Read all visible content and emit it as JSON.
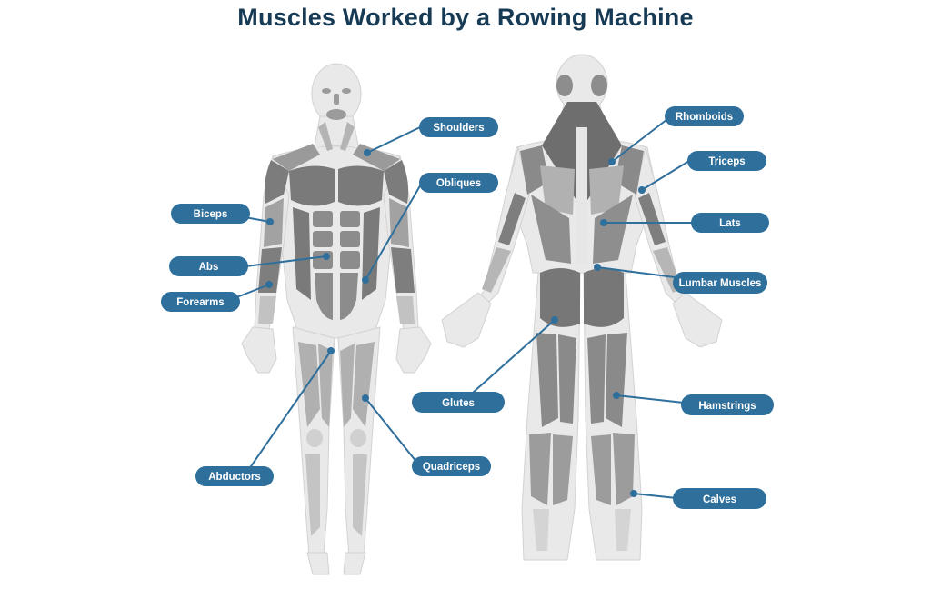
{
  "title": "Muscles Worked by a Rowing Machine",
  "colors": {
    "title": "#173a55",
    "label_fill": "#2f6f9c",
    "leader_line": "#2f6f9c",
    "body_light": "#e9e9e9",
    "muscle_mid": "#a9a9a9",
    "muscle_dark": "#777777"
  },
  "front_view": {
    "labels": [
      "Shoulders",
      "Obliques",
      "Biceps",
      "Abs",
      "Forearms",
      "Abductors",
      "Quadriceps"
    ]
  },
  "back_view": {
    "labels": [
      "Rhomboids",
      "Triceps",
      "Lats",
      "Lumbar Muscles",
      "Glutes",
      "Hamstrings",
      "Calves"
    ]
  }
}
